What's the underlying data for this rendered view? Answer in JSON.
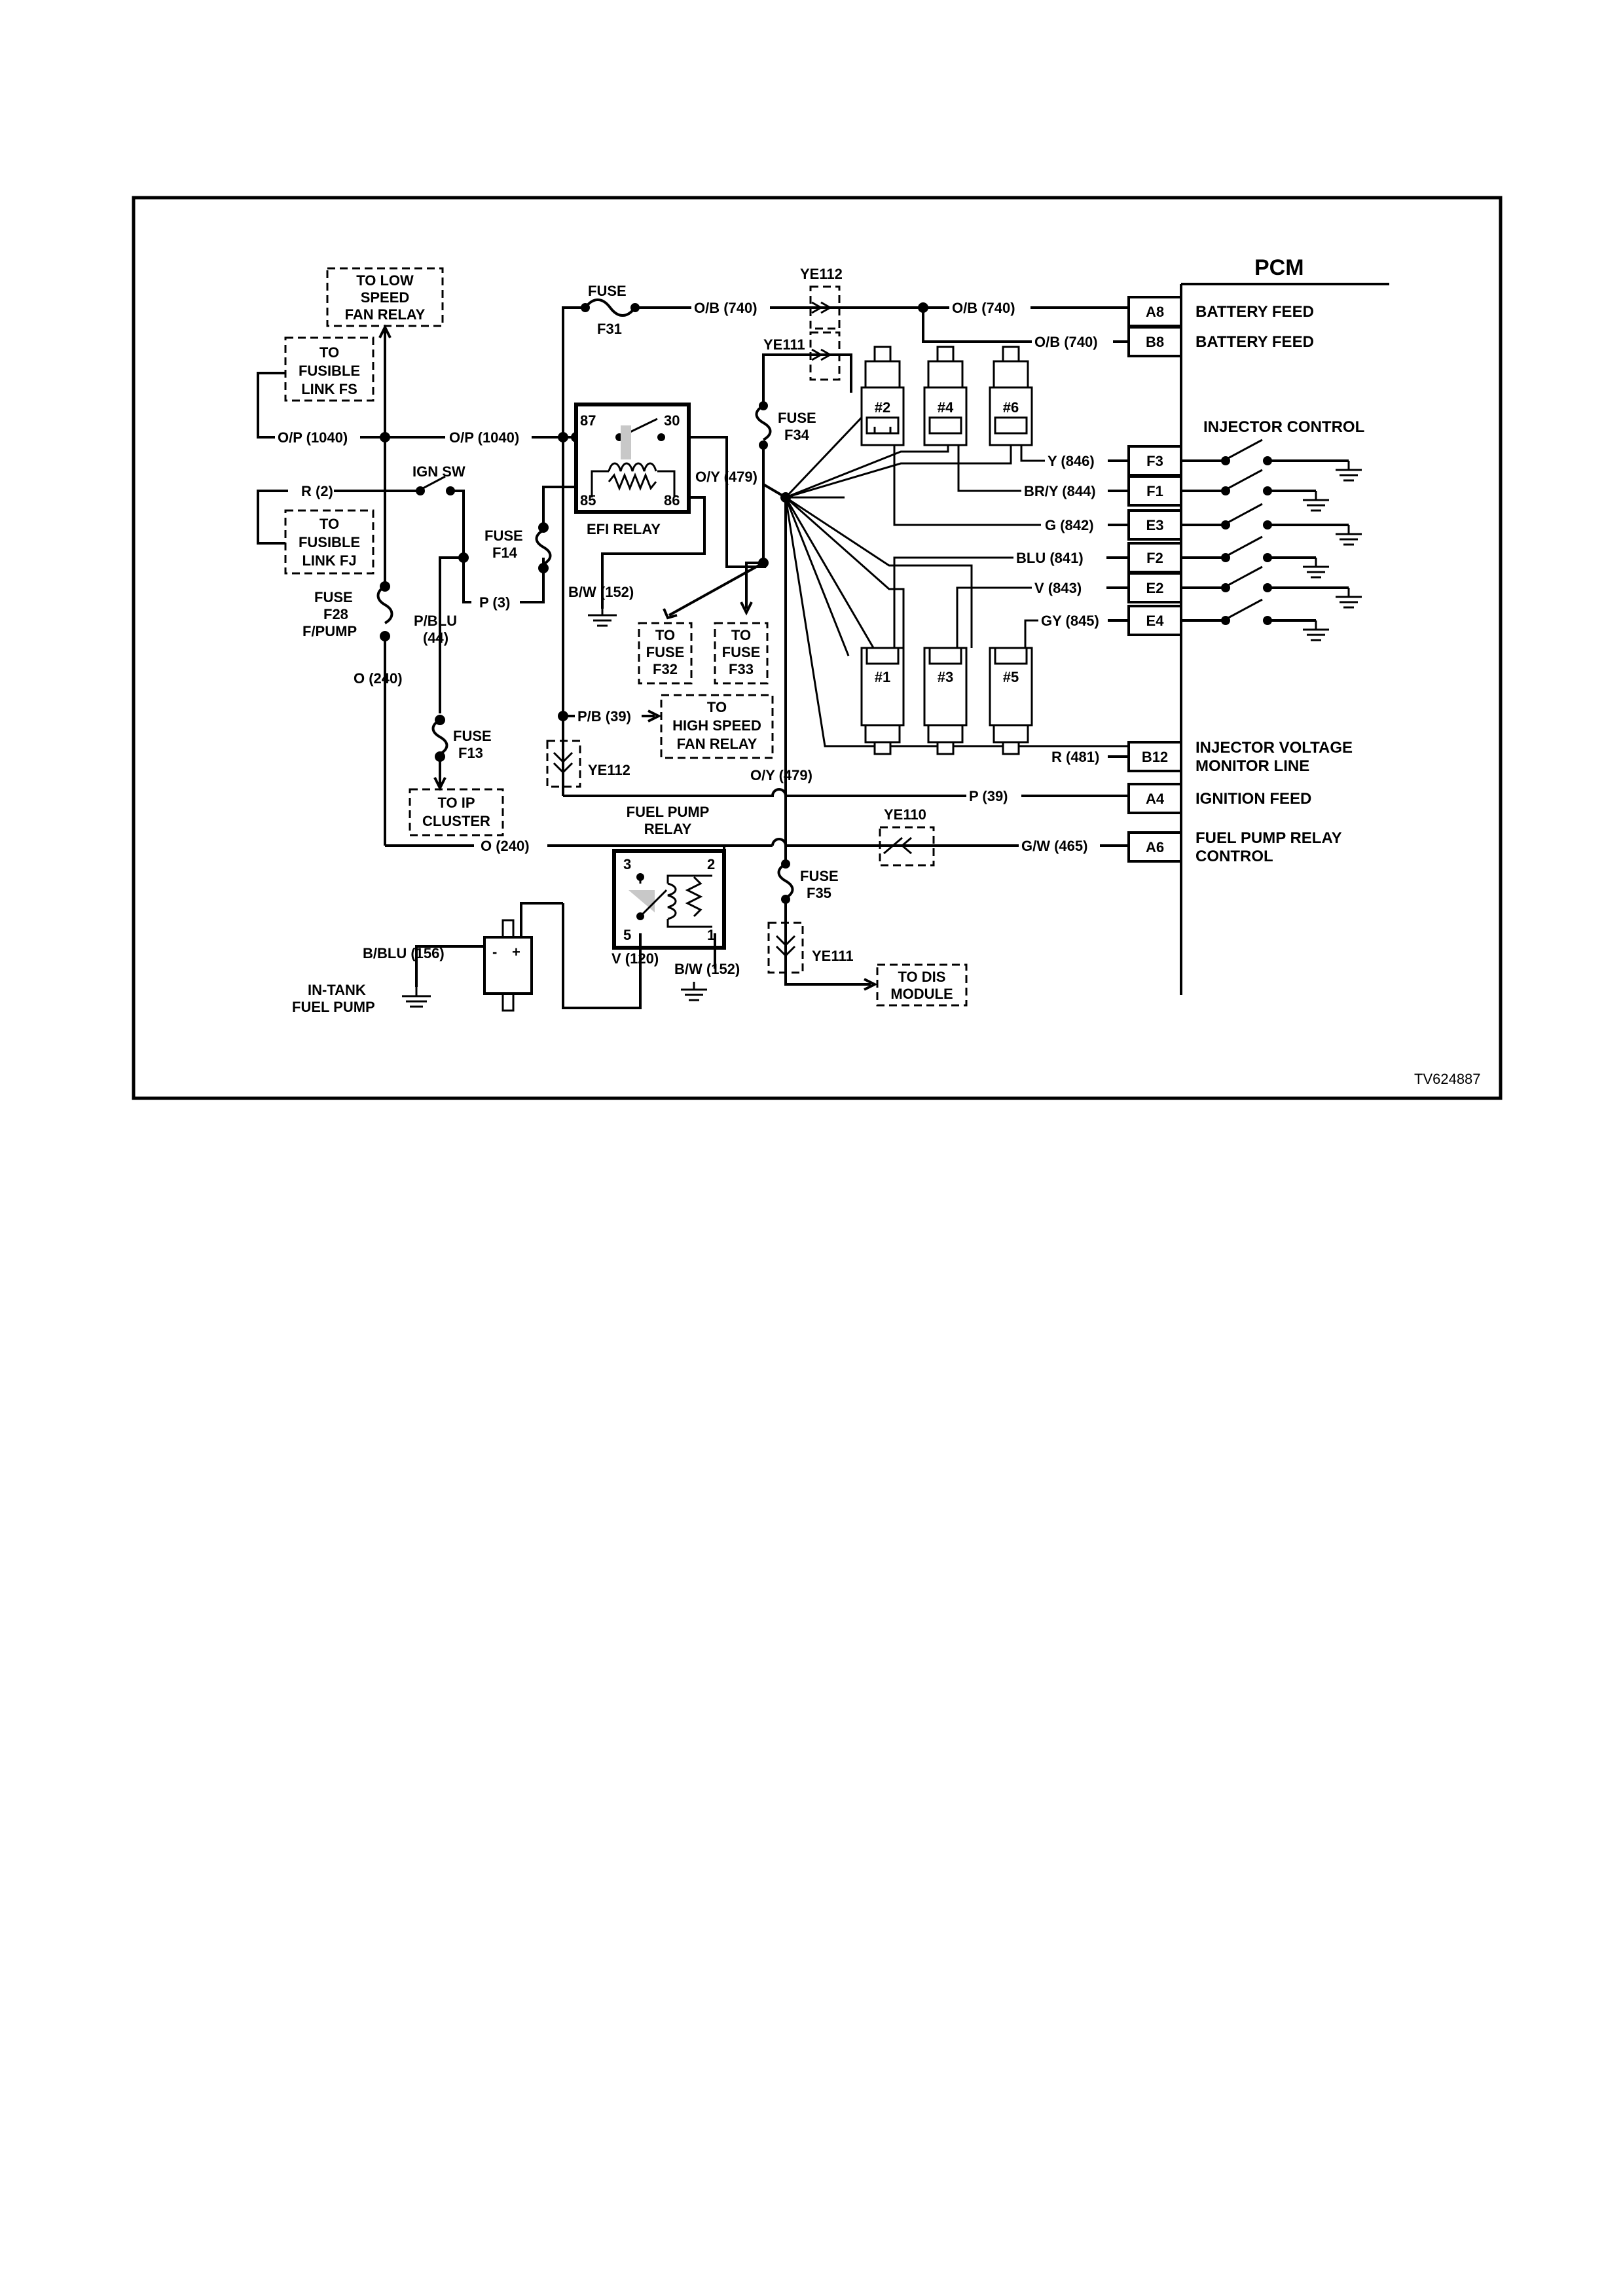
{
  "pcm": {
    "title": "PCM",
    "injector_control": "INJECTOR CONTROL",
    "pins": [
      {
        "pin": "A8",
        "wire": "O/B (740)",
        "function": "BATTERY FEED"
      },
      {
        "pin": "B8",
        "wire": "O/B (740)",
        "function": "BATTERY FEED"
      },
      {
        "pin": "F3",
        "wire": "Y (846)",
        "function": ""
      },
      {
        "pin": "F1",
        "wire": "BR/Y (844)",
        "function": ""
      },
      {
        "pin": "E3",
        "wire": "G (842)",
        "function": ""
      },
      {
        "pin": "F2",
        "wire": "BLU (841)",
        "function": ""
      },
      {
        "pin": "E2",
        "wire": "V (843)",
        "function": ""
      },
      {
        "pin": "E4",
        "wire": "GY (845)",
        "function": ""
      },
      {
        "pin": "B12",
        "wire": "R (481)",
        "function_lines": [
          "INJECTOR VOLTAGE",
          "MONITOR LINE"
        ]
      },
      {
        "pin": "A4",
        "wire": "P (39)",
        "function": "IGNITION FEED"
      },
      {
        "pin": "A6",
        "wire": "G/W (465)",
        "function_lines": [
          "FUEL PUMP RELAY",
          "CONTROL"
        ]
      }
    ]
  },
  "destinations": {
    "low_speed_fan": [
      "TO LOW",
      "SPEED",
      "FAN RELAY"
    ],
    "fusible_fs": [
      "TO",
      "FUSIBLE",
      "LINK FS"
    ],
    "fusible_fj": [
      "TO",
      "FUSIBLE",
      "LINK FJ"
    ],
    "fuse_f32": [
      "TO",
      "FUSE",
      "F32"
    ],
    "fuse_f33": [
      "TO",
      "FUSE",
      "F33"
    ],
    "high_speed_fan": [
      "TO",
      "HIGH SPEED",
      "FAN RELAY"
    ],
    "ip_cluster": [
      "TO IP",
      "CLUSTER"
    ],
    "dis_module": [
      "TO DIS",
      "MODULE"
    ]
  },
  "wires": {
    "op_1040": "O/P (1040)",
    "r_2": "R (2)",
    "p_3": "P (3)",
    "p_blu_44": [
      "P/BLU",
      "(44)"
    ],
    "o_240": "O (240)",
    "oy_479": "O/Y (479)",
    "bw_152": "B/W (152)",
    "pb_39": "P/B (39)",
    "v_120": "V (120)",
    "b_blu_156": "B/BLU (156)"
  },
  "components": {
    "ign_sw": "IGN SW",
    "fuse_f28": [
      "FUSE",
      "F28",
      "F/PUMP"
    ],
    "fuse_f14": [
      "FUSE",
      "F14"
    ],
    "fuse_f31": [
      "FUSE",
      "F31"
    ],
    "fuse_f34": [
      "FUSE",
      "F34"
    ],
    "fuse_f13": [
      "FUSE",
      "F13"
    ],
    "fuse_f35": [
      "FUSE",
      "F35"
    ],
    "efi_relay": "EFI RELAY",
    "efi_pins": [
      "87",
      "30",
      "85",
      "86"
    ],
    "fuel_pump_relay": [
      "FUEL PUMP",
      "RELAY"
    ],
    "fp_relay_pins": [
      "3",
      "2",
      "5",
      "1"
    ],
    "in_tank_pump": [
      "IN-TANK",
      "FUEL PUMP"
    ],
    "pump_polarity": [
      "-",
      "+"
    ],
    "injectors_top": [
      "#2",
      "#4",
      "#6"
    ],
    "injectors_bottom": [
      "#1",
      "#3",
      "#5"
    ]
  },
  "connectors": {
    "ye112_top": "YE112",
    "ye111_top": "YE111",
    "ye112_mid": "YE112",
    "ye110": "YE110",
    "ye111_bottom": "YE111"
  },
  "figure_id": "TV624887"
}
